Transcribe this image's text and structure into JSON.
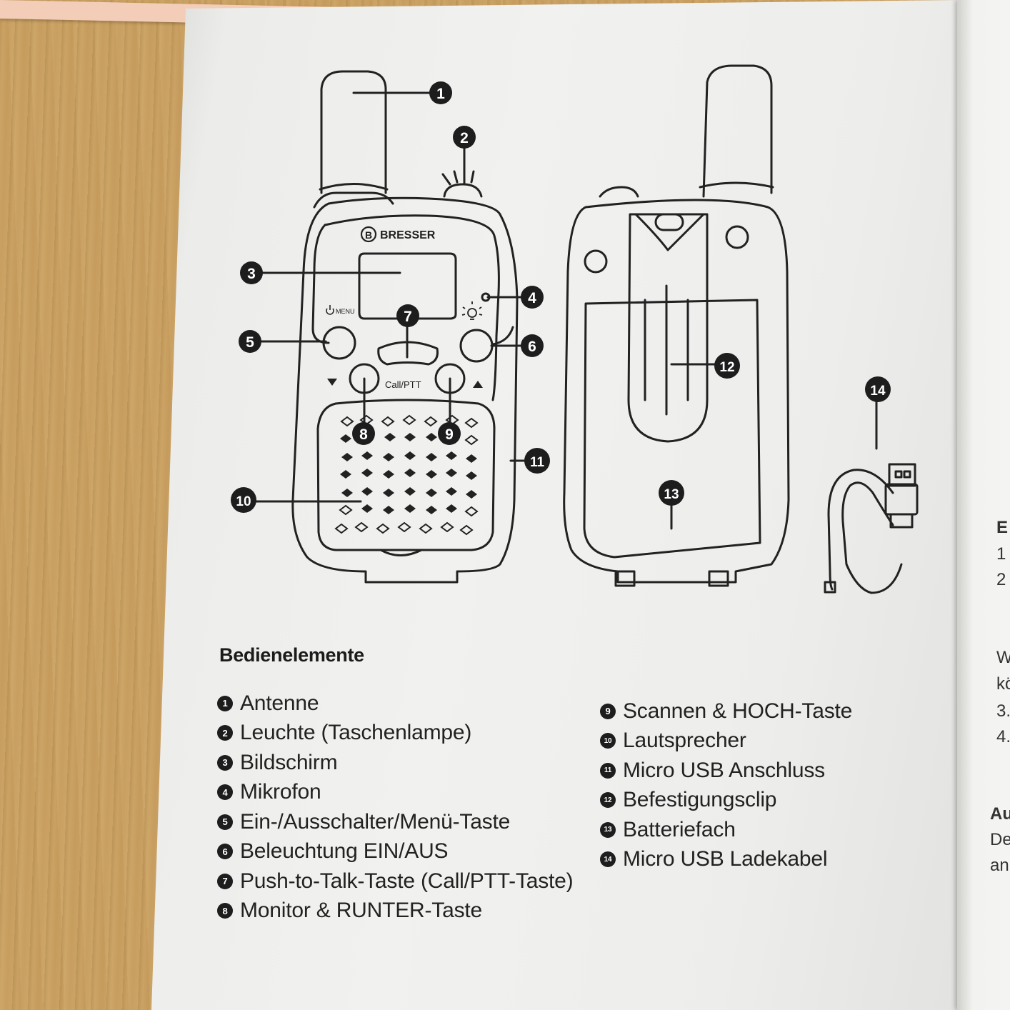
{
  "header_text": "Bedienelemente",
  "brand": "BRESSER",
  "labels": {
    "menu": "MENU",
    "call_ptt": "Call/PTT"
  },
  "legend_left": [
    {
      "num": "1",
      "text": "Antenne"
    },
    {
      "num": "2",
      "text": "Leuchte (Taschenlampe)"
    },
    {
      "num": "3",
      "text": "Bildschirm"
    },
    {
      "num": "4",
      "text": "Mikrofon"
    },
    {
      "num": "5",
      "text": "Ein-/Ausschalter/Menü-Taste"
    },
    {
      "num": "6",
      "text": "Beleuchtung EIN/AUS"
    },
    {
      "num": "7",
      "text": "Push-to-Talk-Taste (Call/PTT-Taste)"
    },
    {
      "num": "8",
      "text": "Monitor & RUNTER-Taste"
    }
  ],
  "legend_right": [
    {
      "num": "9",
      "text": "Scannen & HOCH-Taste"
    },
    {
      "num": "10",
      "text": "Lautsprecher"
    },
    {
      "num": "11",
      "text": "Micro USB Anschluss"
    },
    {
      "num": "12",
      "text": "Befestigungsclip"
    },
    {
      "num": "13",
      "text": "Batteriefach"
    },
    {
      "num": "14",
      "text": "Micro USB Ladekabel"
    }
  ],
  "callouts": [
    "1",
    "2",
    "3",
    "4",
    "5",
    "6",
    "7",
    "8",
    "9",
    "10",
    "11",
    "12",
    "13",
    "14"
  ],
  "right_page_fragments": [
    "E",
    "1",
    "2",
    "W",
    "kö",
    "3.",
    "4.",
    "Au",
    "De",
    "an"
  ],
  "colors": {
    "ink": "#1d1d1d",
    "paper": "#efefed"
  }
}
